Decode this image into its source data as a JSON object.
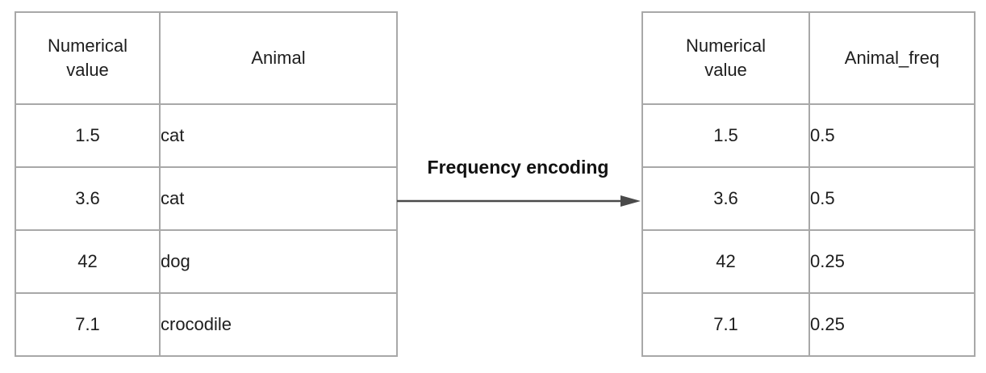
{
  "diagram": {
    "arrow_label": "Frequency encoding"
  },
  "left_table": {
    "headers": [
      "Numerical value",
      "Animal"
    ],
    "rows": [
      [
        "1.5",
        "cat"
      ],
      [
        "3.6",
        "cat"
      ],
      [
        "42",
        "dog"
      ],
      [
        "7.1",
        "crocodile"
      ]
    ]
  },
  "right_table": {
    "headers": [
      "Numerical value",
      "Animal_freq"
    ],
    "rows": [
      [
        "1.5",
        "0.5"
      ],
      [
        "3.6",
        "0.5"
      ],
      [
        "42",
        "0.25"
      ],
      [
        "7.1",
        "0.25"
      ]
    ]
  },
  "colors": {
    "border": "#a8a8a8",
    "arrow": "#4a4a4a",
    "text": "#1d1d1d",
    "background": "#ffffff"
  }
}
